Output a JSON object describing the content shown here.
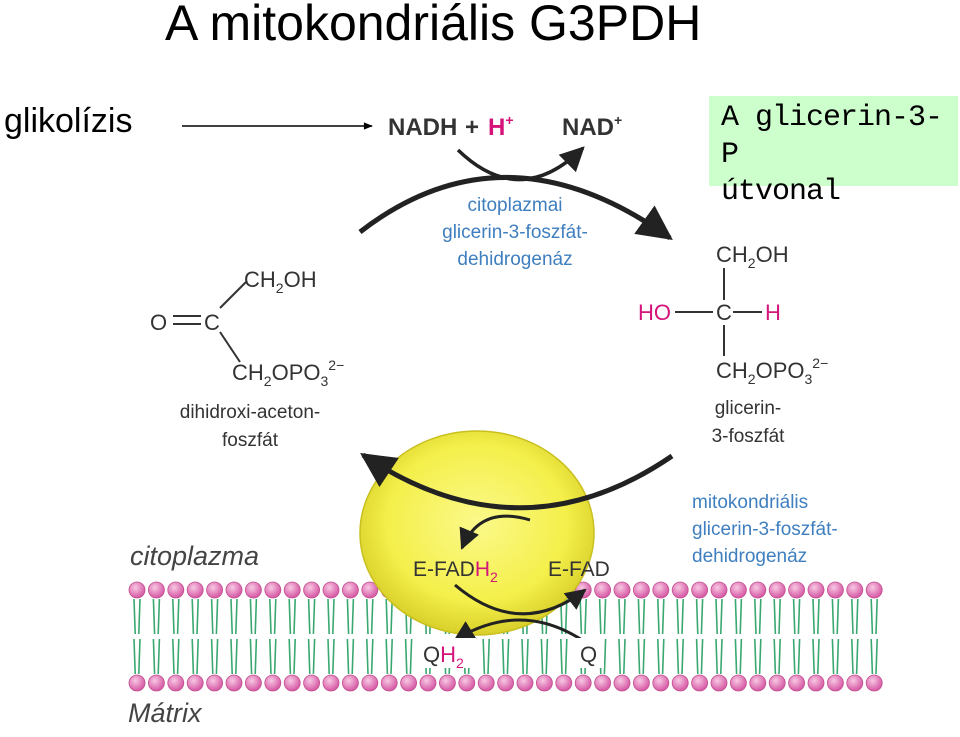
{
  "title": "A mitokondriális G3PDH",
  "left_label": "glikolízis",
  "pathway_box": {
    "line1": "A glicerin-3-P",
    "line2": "útvonal",
    "background": "#ccffcc"
  },
  "cofactors": {
    "nadh": "NADH",
    "plus": "+",
    "h": "H",
    "h_charge": "+",
    "nad": "NAD",
    "nad_charge": "+"
  },
  "enzymes": {
    "cytosolic": [
      "citoplazmai",
      "glicerin-3-foszfát-",
      "dehidrogenáz"
    ],
    "mitochondrial": [
      "mitokondriális",
      "glicerin-3-foszfát-",
      "dehidrogenáz"
    ]
  },
  "dhap": {
    "ch2oh": "CH",
    "ch2oh_sub": "2",
    "ch2oh_tail": "OH",
    "o": "O",
    "c": "C",
    "ch2opo3": "CH",
    "ch2opo3_sub": "2",
    "ch2opo3_mid": "OPO",
    "ch2opo3_sub2": "3",
    "ch2opo3_charge": "2−",
    "name": [
      "dihidroxi-aceton-",
      "foszfát"
    ]
  },
  "g3p": {
    "ch2oh": "CH",
    "ch2oh_sub": "2",
    "ch2oh_tail": "OH",
    "ho": "HO",
    "c": "C",
    "h": "H",
    "ch2opo3": "CH",
    "ch2opo3_sub": "2",
    "ch2opo3_mid": "OPO",
    "ch2opo3_sub2": "3",
    "ch2opo3_charge": "2−",
    "name": [
      "glicerin-",
      "3-foszfát"
    ]
  },
  "enzyme_cofactor": {
    "fadh2": "E-FAD",
    "fadh2_h": "H",
    "fadh2_sub": "2",
    "fad": "E-FAD"
  },
  "quinone": {
    "qh2": "Q",
    "qh2_h": "H",
    "qh2_sub": "2",
    "q": "Q"
  },
  "compartments": {
    "cytoplasm": "citoplazma",
    "matrix": "Mátrix"
  },
  "colors": {
    "enzyme_text": "#3f7fbf",
    "highlight": "#d4147a",
    "chem_text": "#333333",
    "lipid_head": "#e87fc0",
    "lipid_tail": "#3aa870",
    "enzyme_fill": "#f4f05a"
  }
}
